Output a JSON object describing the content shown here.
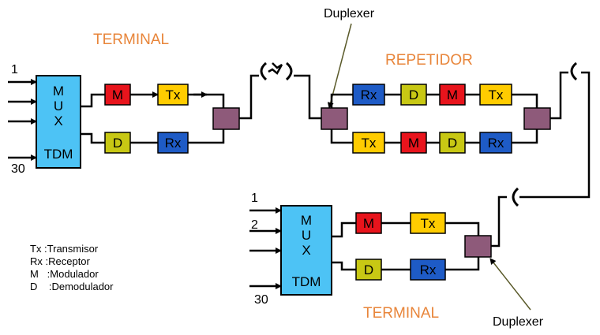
{
  "labels": {
    "terminal_top": "TERMINAL",
    "terminal_bottom": "TERMINAL",
    "repetidor": "REPETIDOR",
    "duplexer_top": "Duplexer",
    "duplexer_bottom": "Duplexer"
  },
  "mux": {
    "line1": "M",
    "line2": "U",
    "line3": "X",
    "tdm": "TDM"
  },
  "channels": {
    "first": "1",
    "second": "2",
    "last": "30"
  },
  "blocks": {
    "modulator": "M",
    "demodulator": "D",
    "transmitter": "Tx",
    "receiver": "Rx"
  },
  "legend": [
    "Tx :Transmisor",
    "Rx :Receptor",
    "M   :Modulador",
    "D    :Demodulador"
  ],
  "colors": {
    "mux": "#4dc3f5",
    "modulator": "#e8141c",
    "demodulator": "#c8c814",
    "transmitter": "#ffcc00",
    "receiver": "#1e5bc6",
    "duplexer": "#8e5a7a",
    "title": "#e8853a"
  }
}
